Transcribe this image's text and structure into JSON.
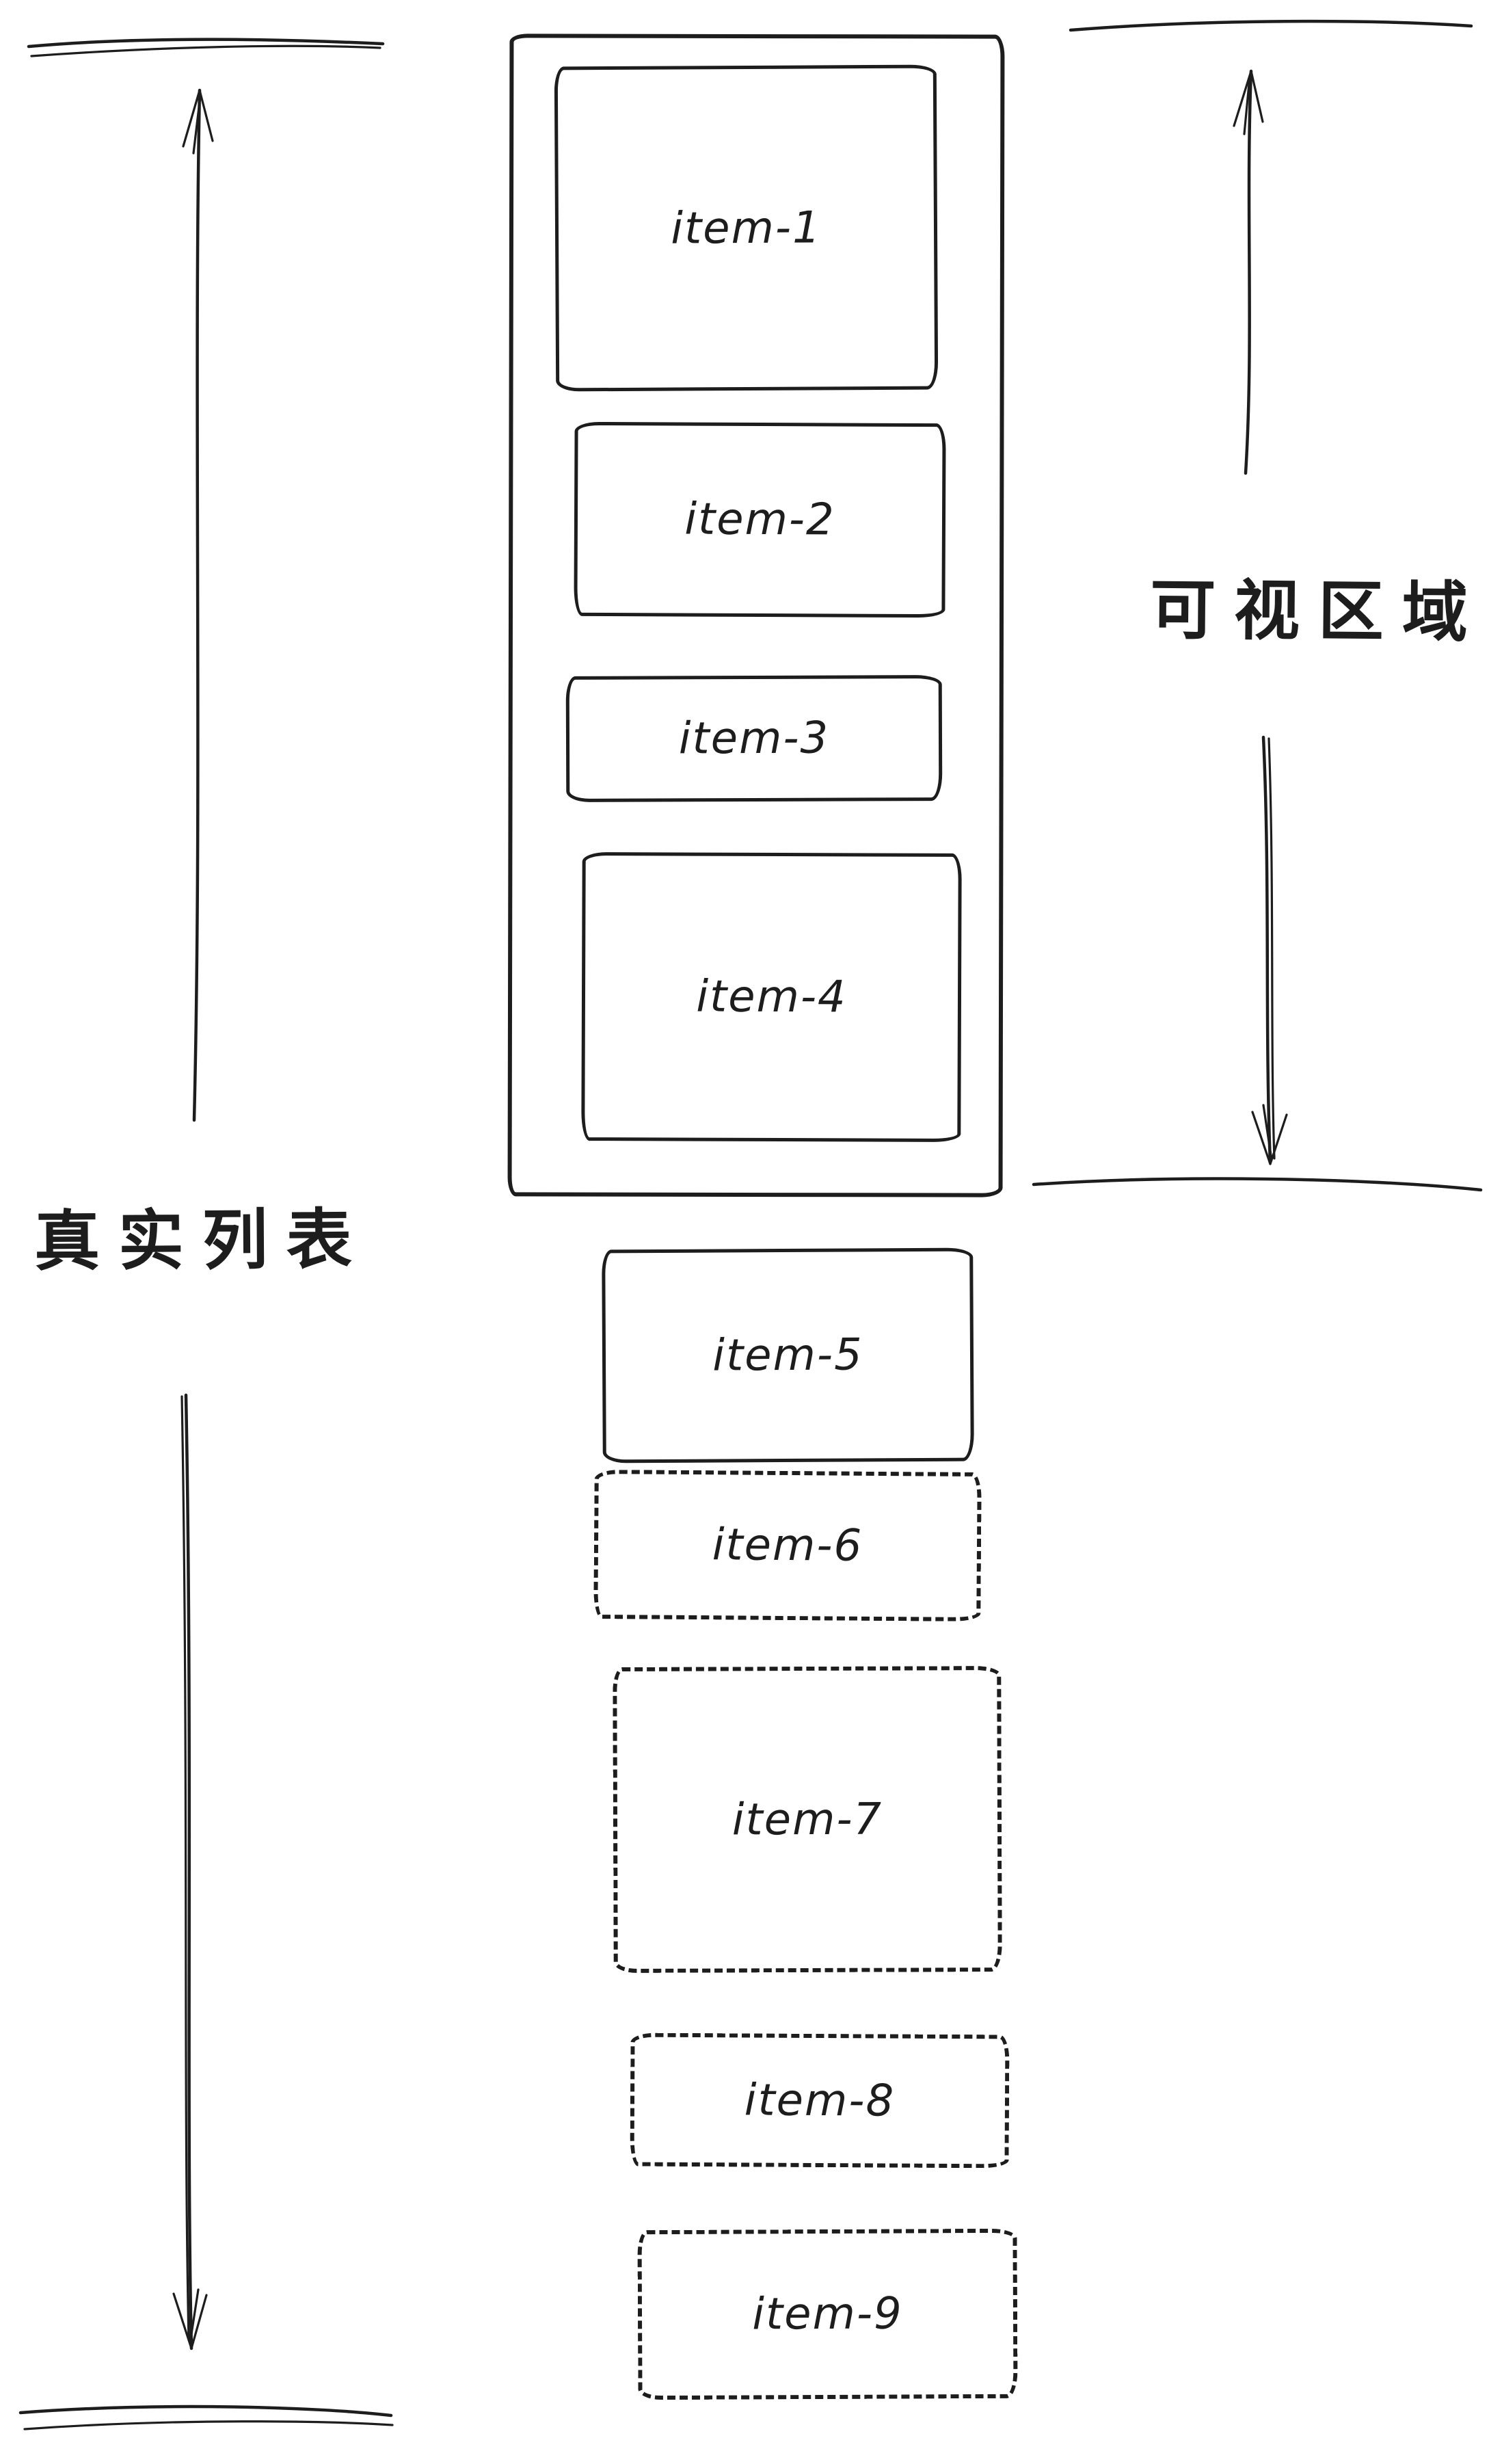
{
  "diagram": {
    "labels": {
      "real_list": "真实列表",
      "viewport": "可视区域"
    },
    "items": [
      {
        "label": "item-1",
        "render": "solid"
      },
      {
        "label": "item-2",
        "render": "solid"
      },
      {
        "label": "item-3",
        "render": "solid"
      },
      {
        "label": "item-4",
        "render": "solid"
      },
      {
        "label": "item-5",
        "render": "solid"
      },
      {
        "label": "item-6",
        "render": "dashed"
      },
      {
        "label": "item-7",
        "render": "dashed"
      },
      {
        "label": "item-8",
        "render": "dashed"
      },
      {
        "label": "item-9",
        "render": "dashed"
      }
    ],
    "colors": {
      "ink": "#1d1d1d",
      "background": "#ffffff"
    }
  }
}
